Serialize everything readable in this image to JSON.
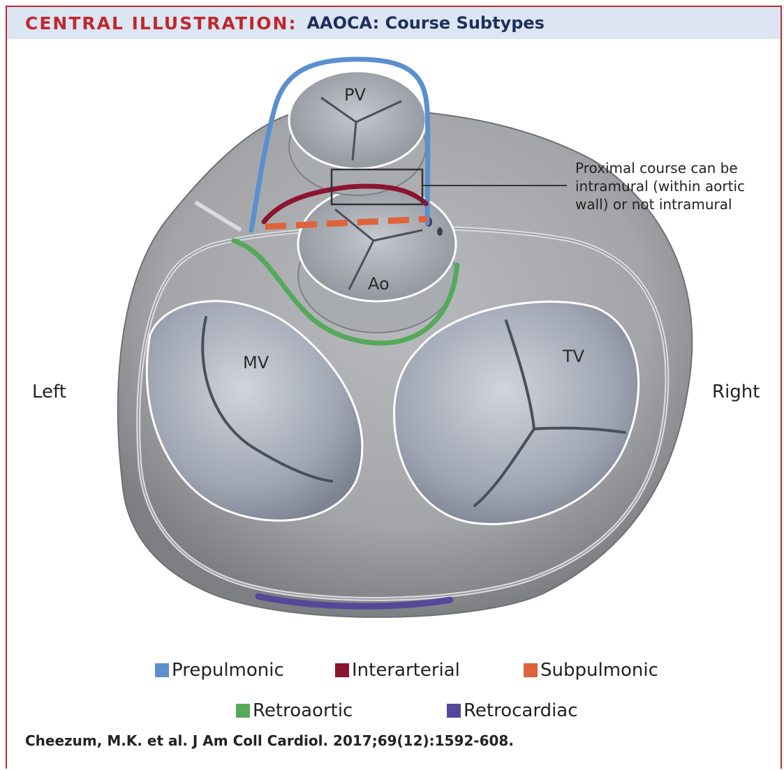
{
  "header": {
    "kicker": "CENTRAL ILLUSTRATION:",
    "title": "AAOCA: Course Subtypes"
  },
  "labels": {
    "left": "Left",
    "right": "Right",
    "pv": "PV",
    "ao": "Ao",
    "mv": "MV",
    "tv": "TV"
  },
  "callout": {
    "text": "Proximal course can be intramural (within aortic wall) or not intramural"
  },
  "legend": [
    {
      "label": "Prepulmonic",
      "color": "#5b8fd0"
    },
    {
      "label": "Interarterial",
      "color": "#8c1430"
    },
    {
      "label": "Subpulmonic",
      "color": "#e0623a"
    },
    {
      "label": "Retroaortic",
      "color": "#55a95a"
    },
    {
      "label": "Retrocardiac",
      "color": "#54489a"
    }
  ],
  "citation": "Cheezum, M.K. et al. J Am Coll Cardiol. 2017;69(12):1592-608."
}
